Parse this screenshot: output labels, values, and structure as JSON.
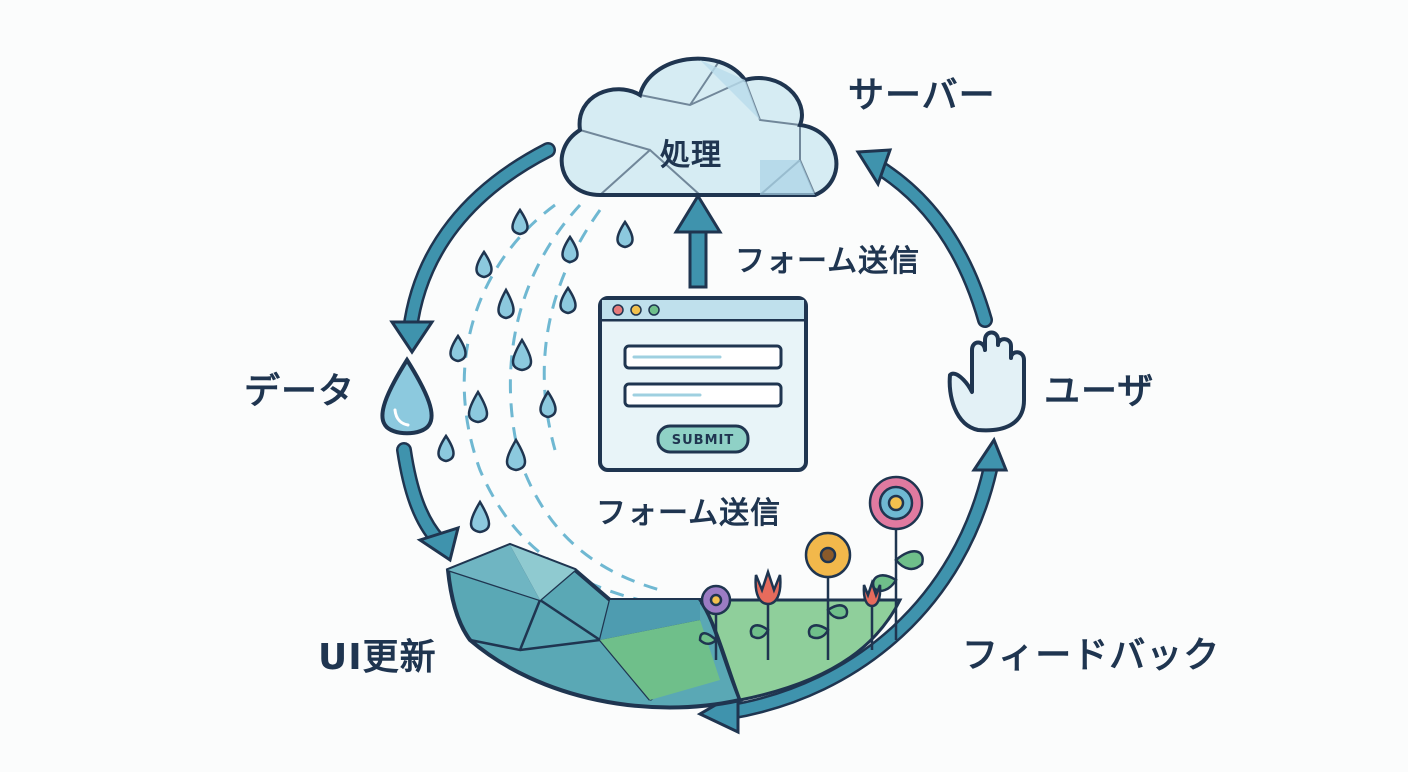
{
  "labels": {
    "server": "サーバー",
    "processing": "処理",
    "form_submit_top": "フォーム送信",
    "form_submit_bottom": "フォーム送信",
    "data": "データ",
    "user": "ユーザ",
    "ui_update": "UI更新",
    "feedback": "フィードバック",
    "submit_button": "SUBMIT"
  },
  "colors": {
    "outline": "#1f3550",
    "arrow": "#3f93ad",
    "cloud_fill": "#d6ecf3",
    "water": "#6fb8d2",
    "form_fill": "#e8f4f8",
    "landscape": "#5aa8b5",
    "grass": "#6fbf8a"
  },
  "icons": [
    "cloud-icon",
    "browser-form-icon",
    "water-drop-icon",
    "hand-icon",
    "flower-icon",
    "landscape-icon"
  ]
}
